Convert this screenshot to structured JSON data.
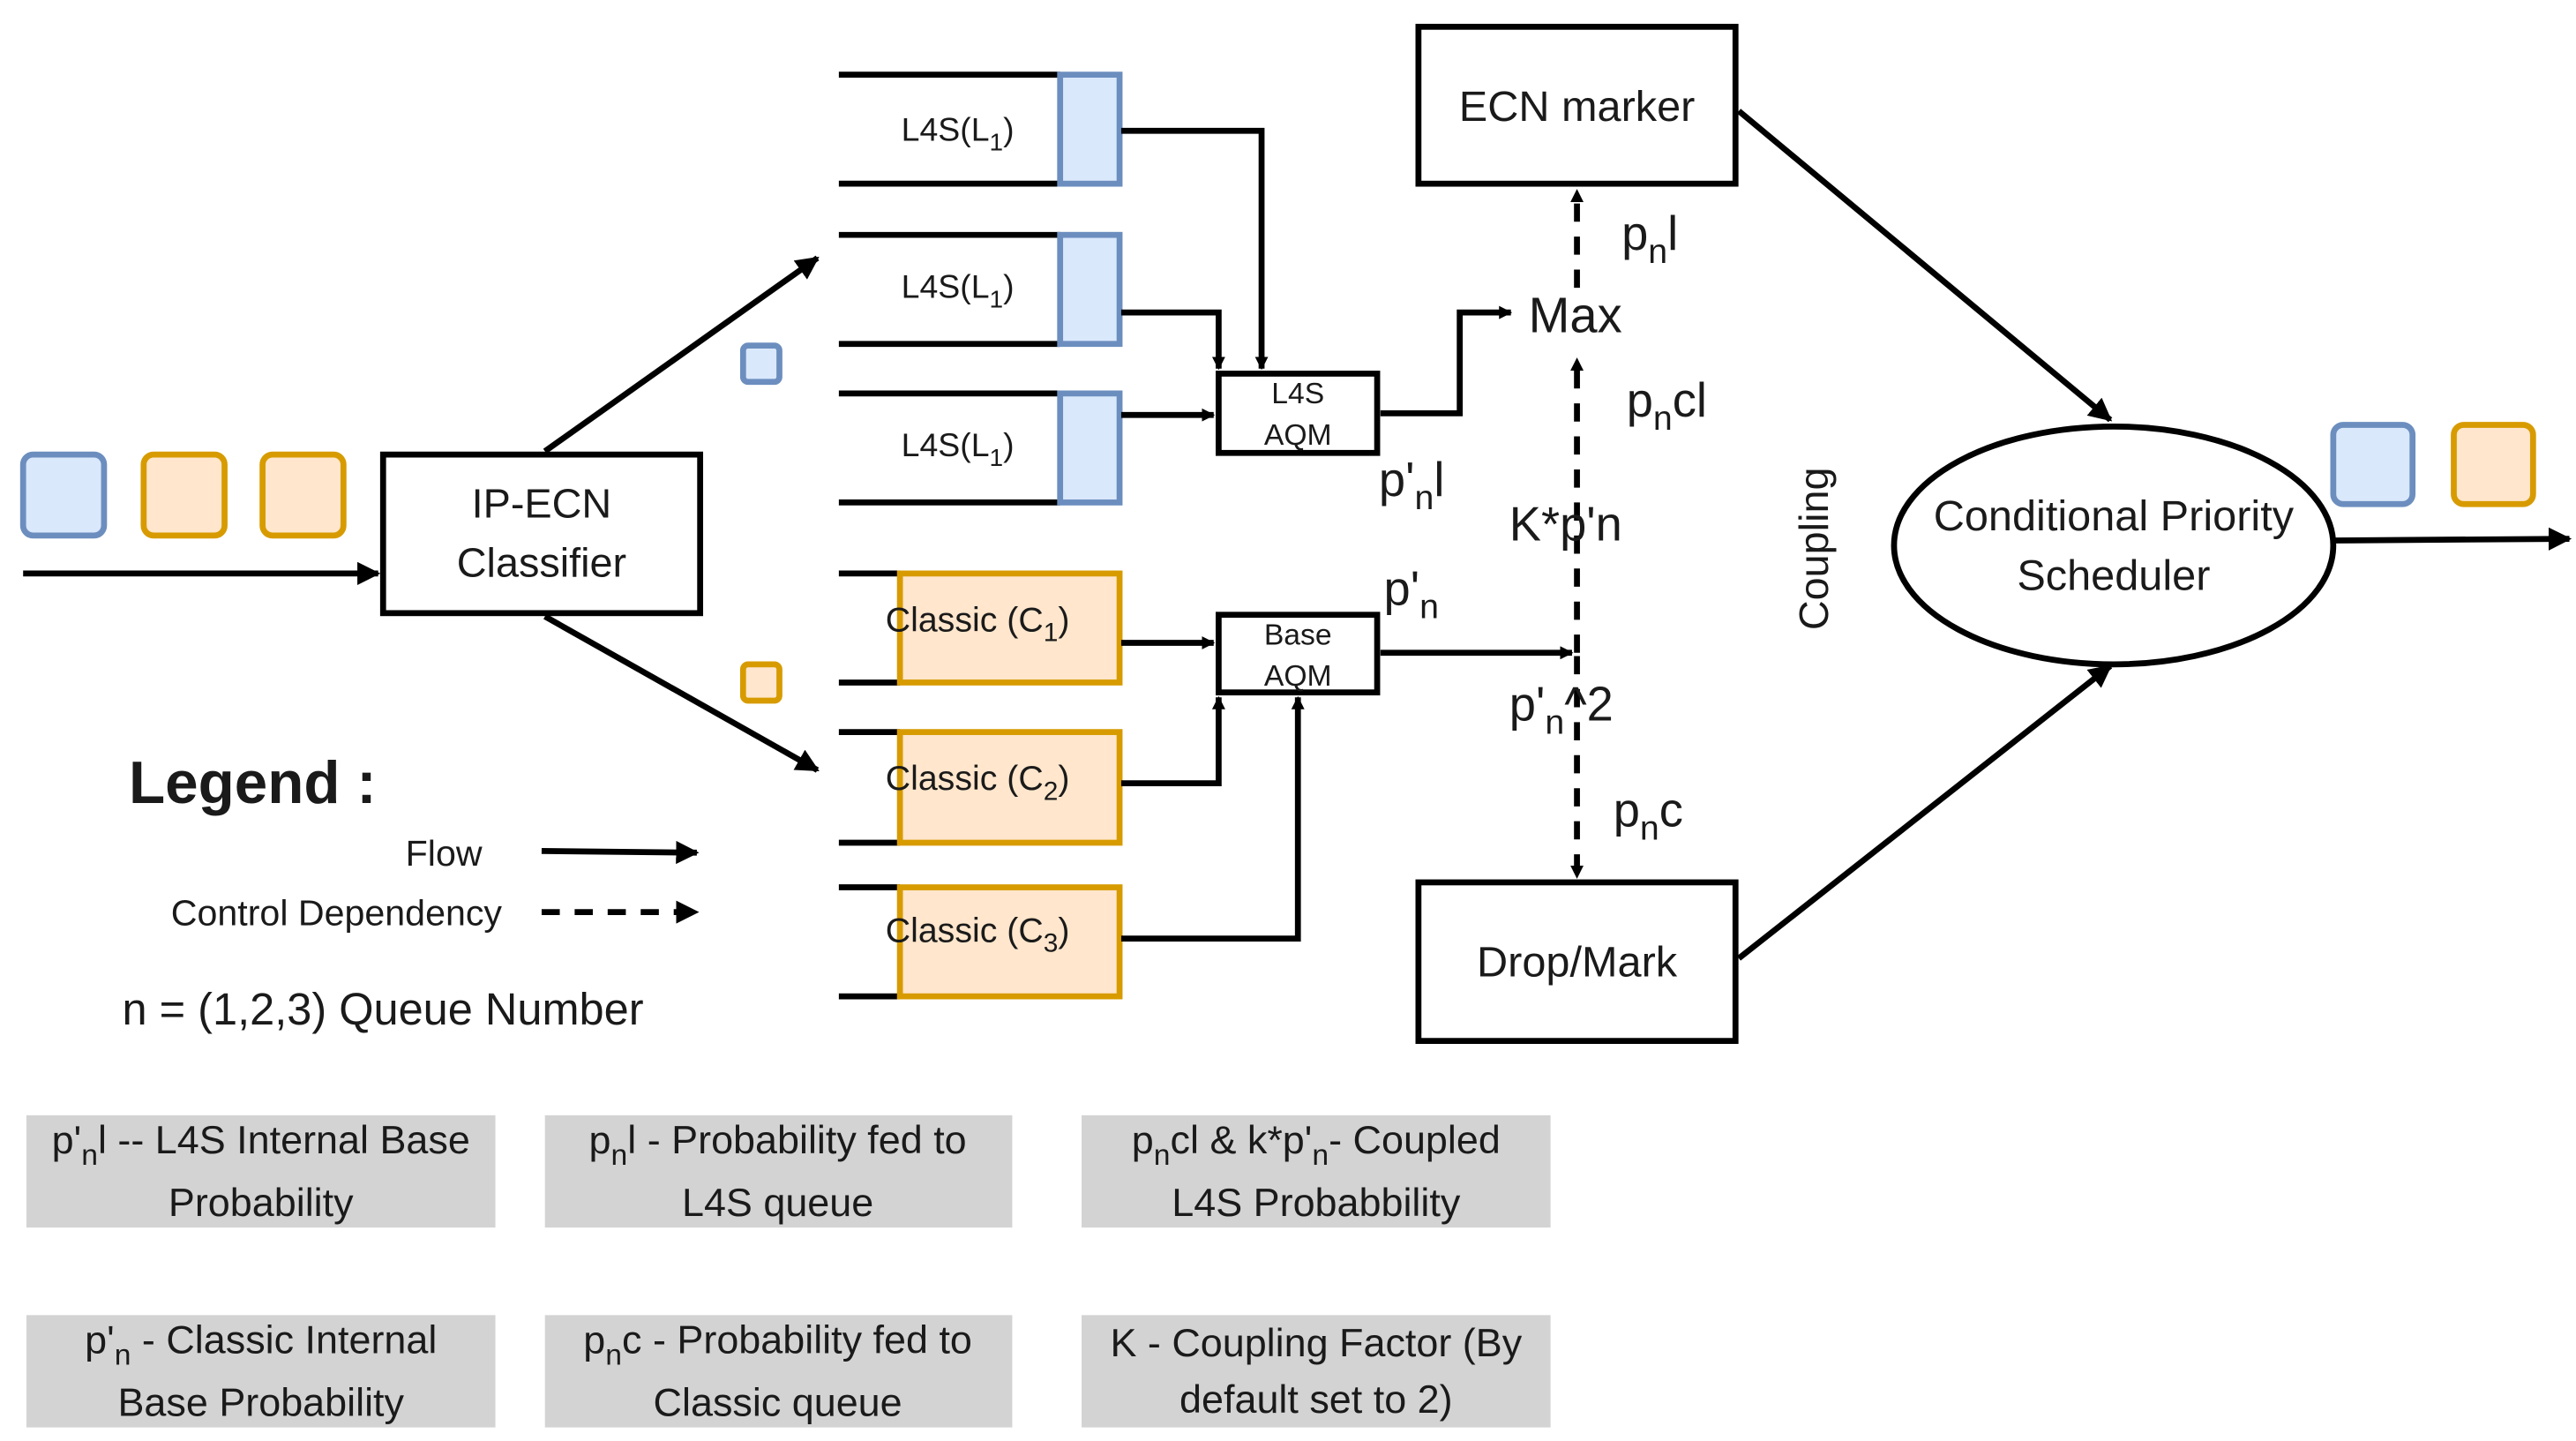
{
  "classifier": {
    "line1": "IP-ECN",
    "line2": "Classifier"
  },
  "l4s_queues": [
    {
      "label": "L4S(L",
      "sub": "1",
      "end": ")"
    },
    {
      "label": "L4S(L",
      "sub": "1",
      "end": ")"
    },
    {
      "label": "L4S(L",
      "sub": "1",
      "end": ")"
    }
  ],
  "classic_queues": [
    {
      "label": "Classic (C",
      "sub": "1",
      "end": ")"
    },
    {
      "label": "Classic (C",
      "sub": "2",
      "end": ")"
    },
    {
      "label": "Classic (C",
      "sub": "3",
      "end": ")"
    }
  ],
  "l4s_aqm": {
    "line1": "L4S",
    "line2": "AQM"
  },
  "base_aqm": {
    "line1": "Base",
    "line2": "AQM"
  },
  "ecn_marker": "ECN marker",
  "drop_mark": "Drop/Mark",
  "max_label": "Max",
  "scheduler": {
    "line1": "Conditional Priority",
    "line2": "Scheduler"
  },
  "coupling_label": "Coupling",
  "prob_labels": {
    "pnl": {
      "a": "p",
      "sub": "n",
      "b": "l"
    },
    "pncl": {
      "a": "p",
      "sub": "n",
      "b": "cl"
    },
    "kpn": "K*p'n",
    "ppnl": {
      "a": "p'",
      "sub": "n",
      "b": "l"
    },
    "ppn": {
      "a": "p'",
      "sub": "n"
    },
    "ppn2": {
      "a": "p'",
      "sub": "n",
      "b": "^2"
    },
    "pnc": {
      "a": "p",
      "sub": "n",
      "b": "c"
    }
  },
  "legend": {
    "title": "Legend :",
    "flow": "Flow",
    "control": "Control Dependency",
    "queue_number": "n = (1,2,3) Queue Number"
  },
  "notes": [
    {
      "pre": "p'",
      "sub": "n",
      "post": "l -- L4S Internal Base",
      "line2": "Probability"
    },
    {
      "pre": "p",
      "sub": "n",
      "post": "l - Probability fed to",
      "line2": "L4S queue"
    },
    {
      "pre": "p",
      "sub": "n",
      "mid": "cl & k*p'",
      "sub2": "n",
      "post": "- Coupled",
      "line2": "L4S Probabbility"
    },
    {
      "pre": "p'",
      "sub": "n",
      "post": " - Classic Internal",
      "line2": "Base Probability"
    },
    {
      "pre": "p",
      "sub": "n",
      "post": "c - Probability fed to",
      "line2": "Classic queue"
    },
    {
      "pre": "",
      "sub": "",
      "post": "K - Coupling Factor (By",
      "line2": "default set to 2)"
    }
  ],
  "colors": {
    "l4s_fill": "#dae8fc",
    "l4s_stroke": "#6c8ebf",
    "classic_fill": "#ffe6cc",
    "classic_stroke": "#d79b00",
    "note_fill": "#d3d3d3"
  }
}
